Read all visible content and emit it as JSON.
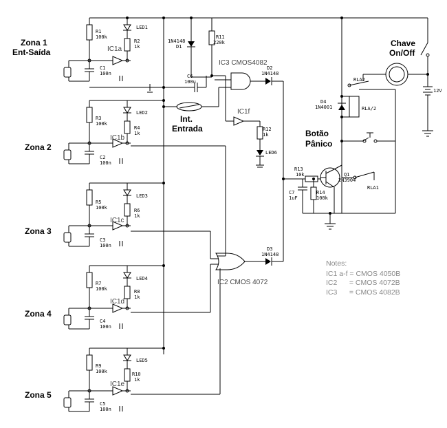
{
  "zones": [
    "Zona 1",
    "Zona 2",
    "Zona 3",
    "Zona 4",
    "Zona 5"
  ],
  "zone1_sub": "Ent-Saída",
  "int_entrada": [
    "Int.",
    "Entrada"
  ],
  "chave": [
    "Chave",
    "On/Off"
  ],
  "botao": [
    "Botão",
    "Pânico"
  ],
  "ic": {
    "ic1a": "IC1a",
    "ic1b": "IC1b",
    "ic1c": "IC1c",
    "ic1d": "IC1d",
    "ic1e": "IC1e",
    "ic1f": "IC1f",
    "ic2": "IC2 CMOS 4072",
    "ic3": "IC3 CMOS4082"
  },
  "parts": {
    "r1": [
      "R1",
      "100k"
    ],
    "r2": [
      "R2",
      "1k"
    ],
    "c1": [
      "C1",
      "100n"
    ],
    "led1": "LED1",
    "r3": [
      "R3",
      "100k"
    ],
    "r4": [
      "R4",
      "1k"
    ],
    "c2": [
      "C2",
      "100n"
    ],
    "led2": "LED2",
    "r5": [
      "R5",
      "100k"
    ],
    "r6": [
      "R6",
      "1k"
    ],
    "c3": [
      "C3",
      "100n"
    ],
    "led3": "LED3",
    "r7": [
      "R7",
      "100k"
    ],
    "r8": [
      "R8",
      "1k"
    ],
    "c4": [
      "C4",
      "100n"
    ],
    "led4": "LED4",
    "r9": [
      "R9",
      "100k"
    ],
    "r10": [
      "R10",
      "1k"
    ],
    "c5": [
      "C5",
      "100n"
    ],
    "led5": "LED5",
    "d1": [
      "1N4148",
      "D1"
    ],
    "r11": [
      "R11",
      "220k"
    ],
    "c6": [
      "C6",
      "100u"
    ],
    "d2": [
      "D2",
      "1N4148"
    ],
    "d3": [
      "D3",
      "1N4148"
    ],
    "d4": [
      "D4",
      "1N4001"
    ],
    "r12": [
      "R12",
      "1k"
    ],
    "led6": "LED6",
    "r13": [
      "R13",
      "10k"
    ],
    "r14": [
      "R14",
      "100k"
    ],
    "c7": [
      "C7",
      "1uF"
    ],
    "q1": [
      "Q1",
      "2N3904"
    ],
    "rla1": "RLA1",
    "rla2": "RLA2",
    "rla2b": "RLA/2",
    "v12": "12V"
  },
  "notes": {
    "title": "Notes:",
    "lines": [
      "IC1 a-f = CMOS 4050B",
      "IC2      = CMOS 4072B",
      "IC3      = CMOS 4082B"
    ]
  }
}
